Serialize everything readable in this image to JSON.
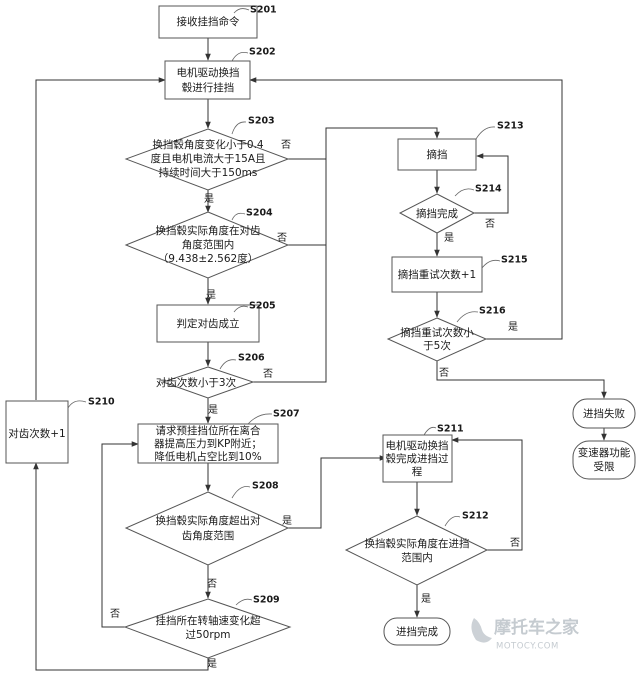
{
  "nodes": {
    "s201": {
      "step": "S201",
      "lines": [
        "接收挂挡命令"
      ]
    },
    "s202": {
      "step": "S202",
      "lines": [
        "电机驱动换挡",
        "毂进行挂挡"
      ]
    },
    "s203": {
      "step": "S203",
      "lines": [
        "换挡毂角度变化小于0.4",
        "度且电机电流大于15A且",
        "持续时间大于150ms"
      ]
    },
    "s204": {
      "step": "S204",
      "lines": [
        "换挡毂实际角度在对齿",
        "角度范围内",
        "（9.438±2.562度）"
      ]
    },
    "s205": {
      "step": "S205",
      "lines": [
        "判定对齿成立"
      ]
    },
    "s206": {
      "step": "S206",
      "lines": [
        "对齿次数小于3次"
      ]
    },
    "s207": {
      "step": "S207",
      "lines": [
        "请求预挂挡位所在离合",
        "器提高压力到KP附近；",
        "降低电机占空比到10%"
      ]
    },
    "s208": {
      "step": "S208",
      "lines": [
        "换挡毂实际角度超出对",
        "齿角度范围"
      ]
    },
    "s209": {
      "step": "S209",
      "lines": [
        "挂挡所在转轴速变化超",
        "过50rpm"
      ]
    },
    "s210": {
      "step": "S210",
      "lines": [
        "对齿次数+1"
      ]
    },
    "s211": {
      "step": "S211",
      "lines": [
        "电机驱动换挡",
        "毂完成进挡过",
        "程"
      ]
    },
    "s212": {
      "step": "S212",
      "lines": [
        "换挡毂实际角度在进挡",
        "范围内"
      ]
    },
    "s213": {
      "step": "S213",
      "lines": [
        "摘挡"
      ]
    },
    "s214": {
      "step": "S214",
      "lines": [
        "摘挡完成"
      ]
    },
    "s215": {
      "step": "S215",
      "lines": [
        "摘挡重试次数+1"
      ]
    },
    "s216": {
      "step": "S216",
      "lines": [
        "摘挡重试次数小",
        "于5次"
      ]
    },
    "done": {
      "lines": [
        "进挡完成"
      ]
    },
    "fail": {
      "lines": [
        "进挡失败"
      ]
    },
    "limit": {
      "lines": [
        "变速器功能",
        "受限"
      ]
    }
  },
  "edge_labels": {
    "yes": "是",
    "no": "否"
  },
  "watermark": {
    "cn": "摩托车之家",
    "en": "MOTOCY.COM"
  }
}
